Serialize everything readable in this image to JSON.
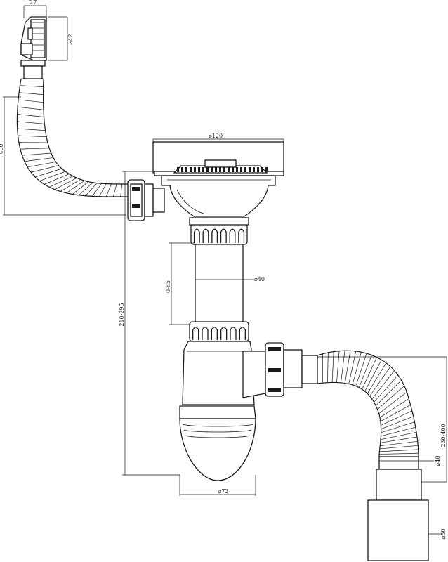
{
  "dimensions": {
    "overflow_width": "27",
    "overflow_diameter": "⌀42",
    "overflow_hose_length": "400",
    "strainer_diameter": "⌀120",
    "height_total": "210-295",
    "riser_adjust": "0-85",
    "pipe_diameter": "⌀40",
    "bottle_diameter": "⌀72",
    "outlet_hose_length": "230-400",
    "outlet_diameter_inner": "⌀40",
    "outlet_diameter_outer": "⌀50"
  }
}
